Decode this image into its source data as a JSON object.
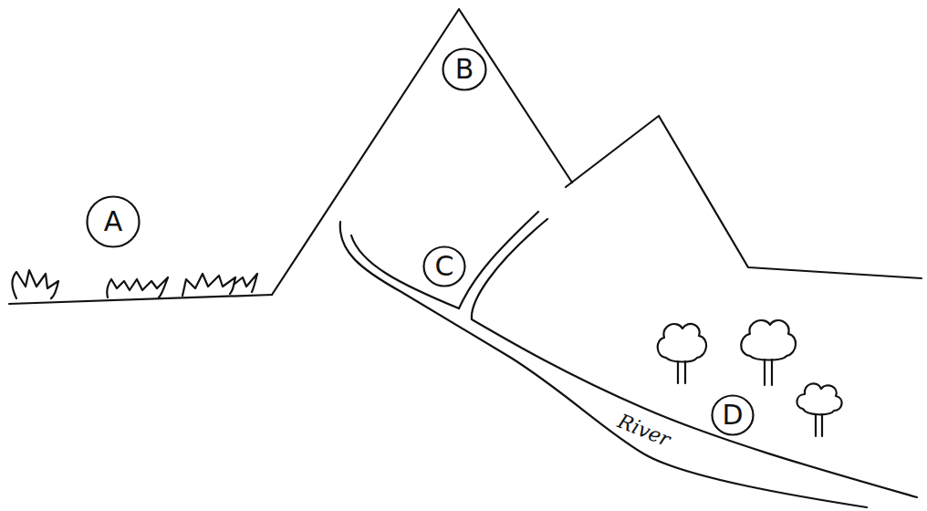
{
  "diagram": {
    "nodes": [
      {
        "text": [
          "A"
        ]
      },
      {
        "text": [
          "B"
        ]
      },
      {
        "text": [
          "C"
        ]
      },
      {
        "text": [
          "D"
        ]
      }
    ],
    "labels": [
      "River"
    ]
  }
}
